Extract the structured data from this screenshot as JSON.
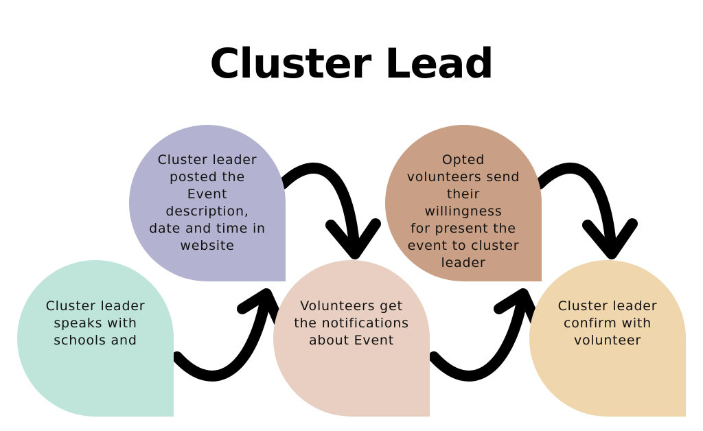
{
  "title": "Cluster Lead",
  "steps": [
    {
      "text": "Cluster leader\nspeaks with\nschools and",
      "color": "#bfe5db"
    },
    {
      "text": "Cluster leader\nposted the\nEvent\ndescription,\ndate and time in\nwebsite",
      "color": "#b3b3d1"
    },
    {
      "text": "Volunteers get\nthe notifications\nabout Event",
      "color": "#e9cfc1"
    },
    {
      "text": "Opted\nvolunteers send\ntheir\nwillingness\nfor present the\nevent to cluster\nleader",
      "color": "#c9a085"
    },
    {
      "text": "Cluster leader\nconfirm with\nvolunteer",
      "color": "#efd6ad"
    }
  ],
  "arrow_color": "#000000"
}
